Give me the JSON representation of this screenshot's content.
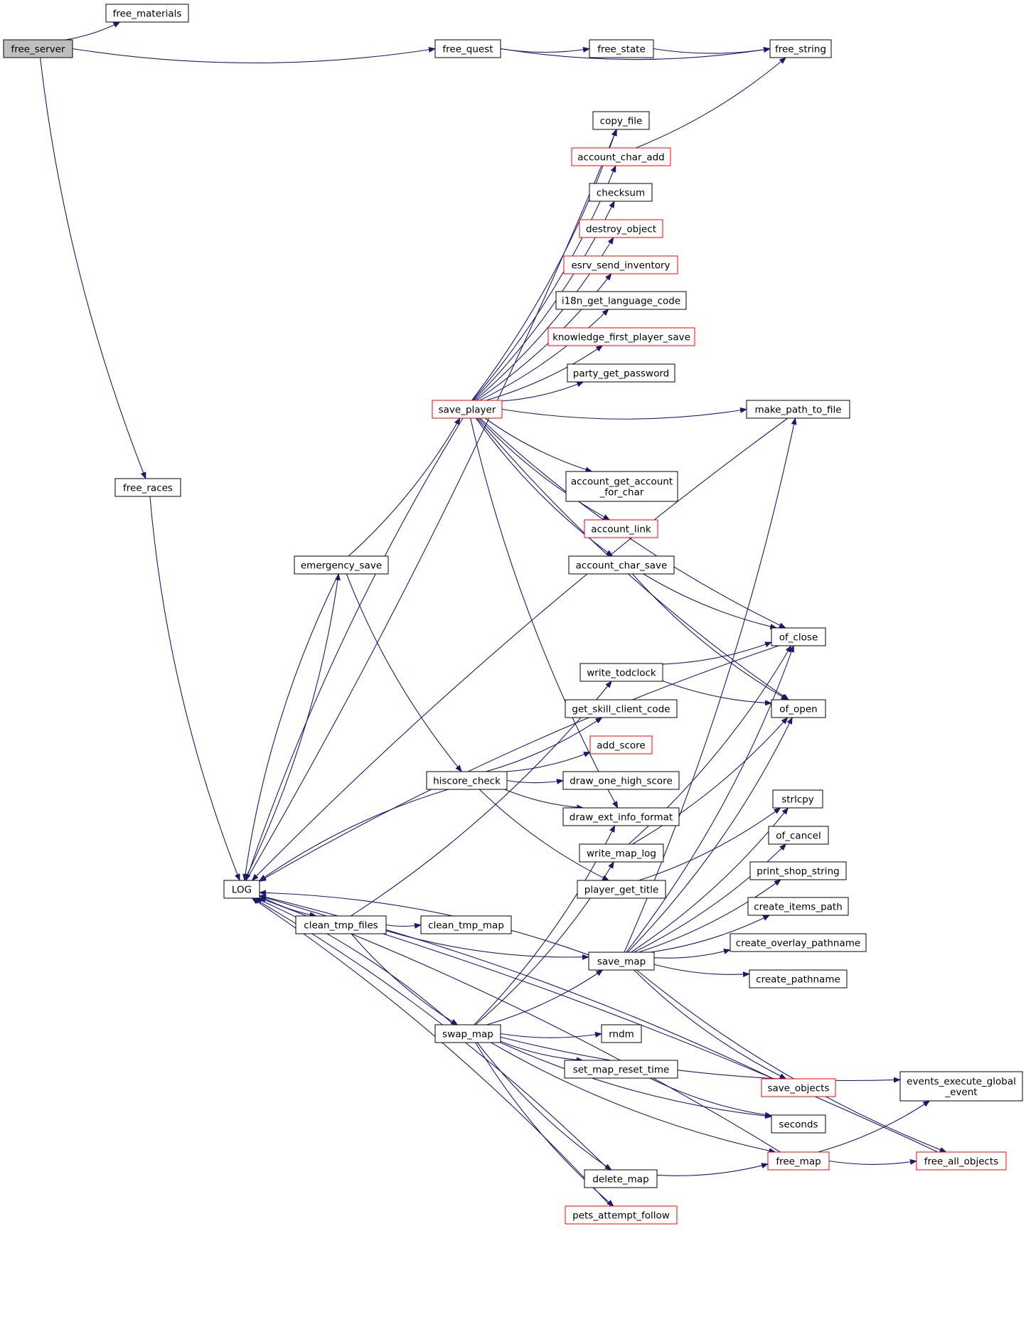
{
  "nodes": [
    {
      "id": "free_server",
      "label": "free_server",
      "style": "root"
    },
    {
      "id": "free_materials",
      "label": "free_materials",
      "style": "normal"
    },
    {
      "id": "free_quest",
      "label": "free_quest",
      "style": "normal"
    },
    {
      "id": "free_state",
      "label": "free_state",
      "style": "normal"
    },
    {
      "id": "free_string",
      "label": "free_string",
      "style": "normal"
    },
    {
      "id": "copy_file",
      "label": "copy_file",
      "style": "normal"
    },
    {
      "id": "account_char_add",
      "label": "account_char_add",
      "style": "red"
    },
    {
      "id": "checksum",
      "label": "checksum",
      "style": "normal"
    },
    {
      "id": "destroy_object",
      "label": "destroy_object",
      "style": "red"
    },
    {
      "id": "esrv_send_inventory",
      "label": "esrv_send_inventory",
      "style": "red"
    },
    {
      "id": "i18n_get_language_code",
      "label": "i18n_get_language_code",
      "style": "normal"
    },
    {
      "id": "knowledge_first_player_save",
      "label": "knowledge_first_player_save",
      "style": "red"
    },
    {
      "id": "party_get_password",
      "label": "party_get_password",
      "style": "normal"
    },
    {
      "id": "save_player",
      "label": "save_player",
      "style": "red"
    },
    {
      "id": "make_path_to_file",
      "label": "make_path_to_file",
      "style": "normal"
    },
    {
      "id": "account_get_account_for_char",
      "label": "account_get_account\n_for_char",
      "style": "normal"
    },
    {
      "id": "free_races",
      "label": "free_races",
      "style": "normal"
    },
    {
      "id": "account_link",
      "label": "account_link",
      "style": "red"
    },
    {
      "id": "emergency_save",
      "label": "emergency_save",
      "style": "normal"
    },
    {
      "id": "account_char_save",
      "label": "account_char_save",
      "style": "normal"
    },
    {
      "id": "of_close",
      "label": "of_close",
      "style": "normal"
    },
    {
      "id": "write_todclock",
      "label": "write_todclock",
      "style": "normal"
    },
    {
      "id": "get_skill_client_code",
      "label": "get_skill_client_code",
      "style": "normal"
    },
    {
      "id": "of_open",
      "label": "of_open",
      "style": "normal"
    },
    {
      "id": "add_score",
      "label": "add_score",
      "style": "red"
    },
    {
      "id": "hiscore_check",
      "label": "hiscore_check",
      "style": "normal"
    },
    {
      "id": "draw_one_high_score",
      "label": "draw_one_high_score",
      "style": "normal"
    },
    {
      "id": "strlcpy",
      "label": "strlcpy",
      "style": "normal"
    },
    {
      "id": "draw_ext_info_format",
      "label": "draw_ext_info_format",
      "style": "normal"
    },
    {
      "id": "of_cancel",
      "label": "of_cancel",
      "style": "normal"
    },
    {
      "id": "write_map_log",
      "label": "write_map_log",
      "style": "normal"
    },
    {
      "id": "print_shop_string",
      "label": "print_shop_string",
      "style": "normal"
    },
    {
      "id": "LOG",
      "label": "LOG",
      "style": "normal"
    },
    {
      "id": "player_get_title",
      "label": "player_get_title",
      "style": "normal"
    },
    {
      "id": "create_items_path",
      "label": "create_items_path",
      "style": "normal"
    },
    {
      "id": "clean_tmp_files",
      "label": "clean_tmp_files",
      "style": "normal"
    },
    {
      "id": "clean_tmp_map",
      "label": "clean_tmp_map",
      "style": "normal"
    },
    {
      "id": "create_overlay_pathname",
      "label": "create_overlay_pathname",
      "style": "normal"
    },
    {
      "id": "save_map",
      "label": "save_map",
      "style": "normal"
    },
    {
      "id": "create_pathname",
      "label": "create_pathname",
      "style": "normal"
    },
    {
      "id": "swap_map",
      "label": "swap_map",
      "style": "normal"
    },
    {
      "id": "rndm",
      "label": "rndm",
      "style": "normal"
    },
    {
      "id": "set_map_reset_time",
      "label": "set_map_reset_time",
      "style": "normal"
    },
    {
      "id": "events_execute_global_event",
      "label": "events_execute_global\n_event",
      "style": "normal"
    },
    {
      "id": "save_objects",
      "label": "save_objects",
      "style": "red"
    },
    {
      "id": "seconds",
      "label": "seconds",
      "style": "normal"
    },
    {
      "id": "free_map",
      "label": "free_map",
      "style": "red"
    },
    {
      "id": "free_all_objects",
      "label": "free_all_objects",
      "style": "red"
    },
    {
      "id": "delete_map",
      "label": "delete_map",
      "style": "normal"
    },
    {
      "id": "pets_attempt_follow",
      "label": "pets_attempt_follow",
      "style": "red"
    }
  ],
  "edges": [
    [
      "free_server",
      "free_materials"
    ],
    [
      "free_server",
      "free_quest"
    ],
    [
      "free_server",
      "free_races"
    ],
    [
      "free_quest",
      "free_state"
    ],
    [
      "free_quest",
      "free_string"
    ],
    [
      "free_state",
      "free_string"
    ],
    [
      "free_races",
      "LOG"
    ],
    [
      "account_char_add",
      "free_string"
    ],
    [
      "make_path_to_file",
      "LOG"
    ],
    [
      "save_player",
      "copy_file"
    ],
    [
      "save_player",
      "account_char_add"
    ],
    [
      "save_player",
      "checksum"
    ],
    [
      "save_player",
      "destroy_object"
    ],
    [
      "save_player",
      "esrv_send_inventory"
    ],
    [
      "save_player",
      "i18n_get_language_code"
    ],
    [
      "save_player",
      "knowledge_first_player_save"
    ],
    [
      "save_player",
      "party_get_password"
    ],
    [
      "save_player",
      "make_path_to_file"
    ],
    [
      "save_player",
      "account_get_account_for_char"
    ],
    [
      "save_player",
      "account_link"
    ],
    [
      "save_player",
      "account_char_save"
    ],
    [
      "save_player",
      "of_close"
    ],
    [
      "save_player",
      "of_open"
    ],
    [
      "save_player",
      "draw_ext_info_format"
    ],
    [
      "save_player",
      "LOG"
    ],
    [
      "account_char_save",
      "of_close"
    ],
    [
      "account_char_save",
      "of_open"
    ],
    [
      "emergency_save",
      "save_player"
    ],
    [
      "emergency_save",
      "hiscore_check"
    ],
    [
      "emergency_save",
      "LOG"
    ],
    [
      "of_close",
      "LOG"
    ],
    [
      "write_todclock",
      "of_close"
    ],
    [
      "write_todclock",
      "of_open"
    ],
    [
      "hiscore_check",
      "get_skill_client_code"
    ],
    [
      "hiscore_check",
      "add_score"
    ],
    [
      "hiscore_check",
      "draw_one_high_score"
    ],
    [
      "hiscore_check",
      "draw_ext_info_format"
    ],
    [
      "hiscore_check",
      "player_get_title"
    ],
    [
      "hiscore_check",
      "LOG"
    ],
    [
      "write_map_log",
      "of_close"
    ],
    [
      "write_map_log",
      "of_open"
    ],
    [
      "player_get_title",
      "strlcpy"
    ],
    [
      "LOG",
      "emergency_save"
    ],
    [
      "LOG",
      "copy_file"
    ],
    [
      "LOG",
      "clean_tmp_files"
    ],
    [
      "clean_tmp_files",
      "write_todclock"
    ],
    [
      "clean_tmp_files",
      "clean_tmp_map"
    ],
    [
      "clean_tmp_files",
      "save_map"
    ],
    [
      "clean_tmp_files",
      "swap_map"
    ],
    [
      "save_map",
      "make_path_to_file"
    ],
    [
      "save_map",
      "of_close"
    ],
    [
      "save_map",
      "of_open"
    ],
    [
      "save_map",
      "strlcpy"
    ],
    [
      "save_map",
      "of_cancel"
    ],
    [
      "save_map",
      "print_shop_string"
    ],
    [
      "save_map",
      "create_items_path"
    ],
    [
      "save_map",
      "create_overlay_pathname"
    ],
    [
      "save_map",
      "create_pathname"
    ],
    [
      "save_map",
      "save_objects"
    ],
    [
      "save_map",
      "free_all_objects"
    ],
    [
      "save_map",
      "LOG"
    ],
    [
      "swap_map",
      "save_map"
    ],
    [
      "swap_map",
      "write_map_log"
    ],
    [
      "swap_map",
      "draw_ext_info_format"
    ],
    [
      "swap_map",
      "rndm"
    ],
    [
      "swap_map",
      "set_map_reset_time"
    ],
    [
      "swap_map",
      "events_execute_global_event"
    ],
    [
      "swap_map",
      "seconds"
    ],
    [
      "swap_map",
      "free_map"
    ],
    [
      "swap_map",
      "delete_map"
    ],
    [
      "swap_map",
      "pets_attempt_follow"
    ],
    [
      "swap_map",
      "LOG"
    ],
    [
      "set_map_reset_time",
      "seconds"
    ],
    [
      "save_objects",
      "LOG"
    ],
    [
      "free_map",
      "events_execute_global_event"
    ],
    [
      "free_map",
      "free_all_objects"
    ],
    [
      "free_map",
      "LOG"
    ],
    [
      "free_all_objects",
      "LOG"
    ],
    [
      "delete_map",
      "free_map"
    ],
    [
      "delete_map",
      "LOG"
    ],
    [
      "pets_attempt_follow",
      "LOG"
    ]
  ]
}
